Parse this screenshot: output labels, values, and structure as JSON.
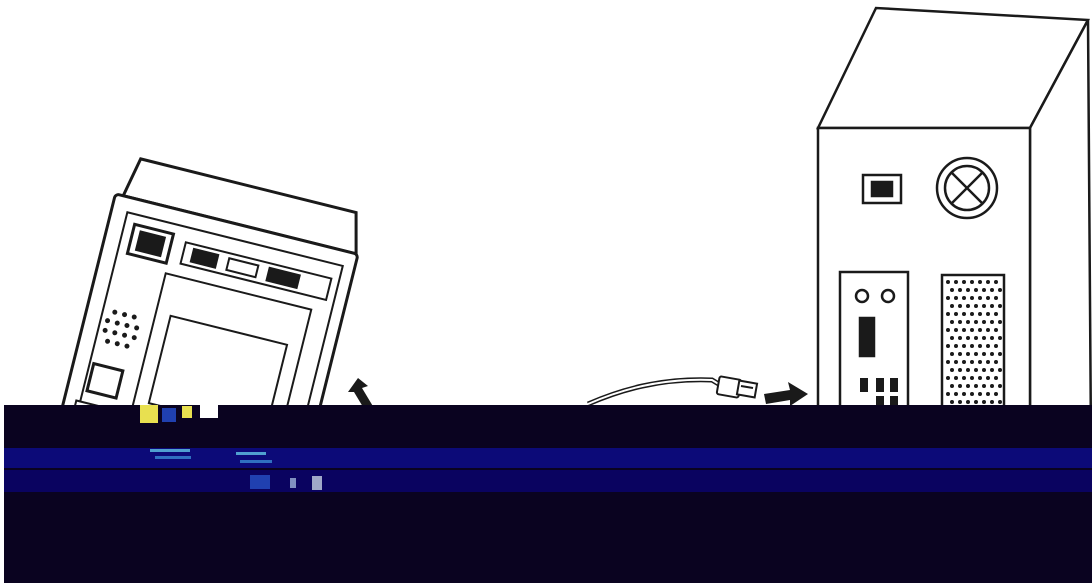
{
  "diagram": {
    "kind": "connection-illustration",
    "devices": [
      {
        "id": "printer",
        "icon": "printer-device-icon"
      },
      {
        "id": "computer",
        "icon": "computer-tower-icon"
      }
    ],
    "cable": {
      "icon": "usb-cable-icon",
      "connector": "usb-a-plug-icon"
    },
    "arrows": [
      "up-arrow-icon",
      "right-arrow-icon"
    ]
  },
  "colors": {
    "background": "#ffffff",
    "line": "#1a1a1a",
    "corruption_dark": "#0a0320",
    "corruption_blue": "#0c0a78",
    "glitch_yellow": "#e8e050",
    "glitch_cyan": "#50a0d0"
  }
}
